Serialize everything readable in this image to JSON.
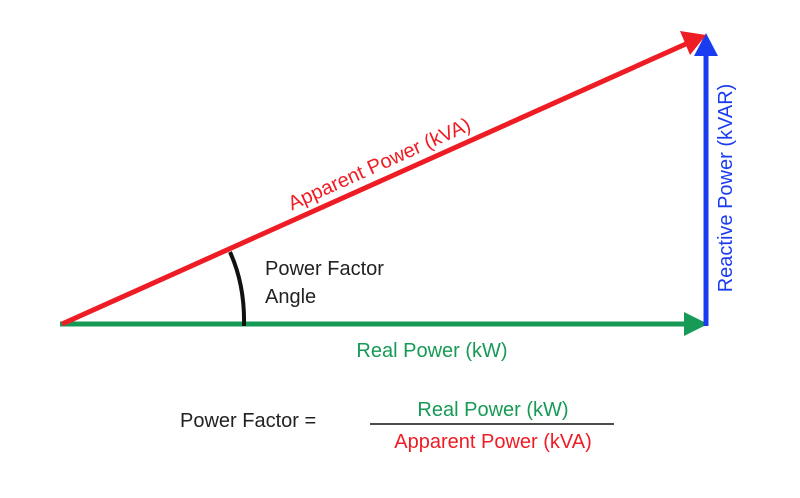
{
  "diagram": {
    "apparent_power_label": "Apparent Power (kVA)",
    "real_power_label": "Real Power (kW)",
    "reactive_power_label": "Reactive Power (kVAR)",
    "angle_label_line1": "Power Factor",
    "angle_label_line2": "Angle"
  },
  "formula": {
    "lhs": "Power Factor =",
    "numerator": "Real Power (kW)",
    "denominator": "Apparent Power (kVA)"
  },
  "colors": {
    "apparent": "#ee1c24",
    "real": "#169a55",
    "reactive": "#1a3cf0",
    "text": "#222222",
    "background": "#ffffff"
  }
}
